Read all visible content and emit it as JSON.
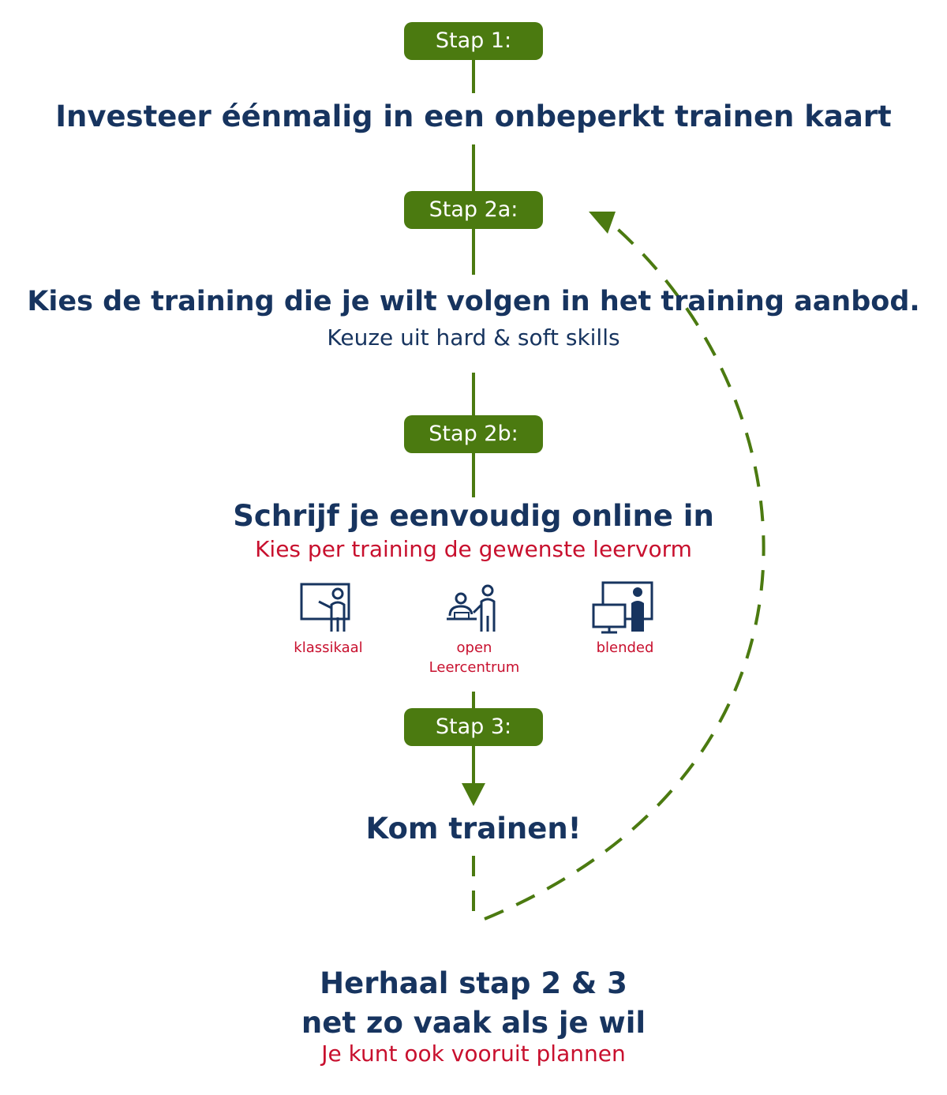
{
  "colors": {
    "accent_green": "#4b7a10",
    "navy": "#17345f",
    "red": "#c8102e"
  },
  "steps": [
    {
      "badge": "Stap 1:",
      "title": "Investeer éénmalig in een onbeperkt trainen kaart"
    },
    {
      "badge": "Stap 2a:",
      "title": "Kies de training die je wilt volgen in het training aanbod.",
      "subtitle": "Keuze uit hard & soft skills"
    },
    {
      "badge": "Stap 2b:",
      "title": "Schrijf je eenvoudig online in",
      "subtitle": "Kies per training de gewenste leervorm"
    },
    {
      "badge": "Stap 3:",
      "title": "Kom trainen!"
    }
  ],
  "learning_forms": [
    {
      "icon": "classroom-presenter-icon",
      "label_lines": [
        "klassikaal"
      ]
    },
    {
      "icon": "learning-center-icon",
      "label_lines": [
        "open",
        "Leercentrum"
      ]
    },
    {
      "icon": "blended-computer-icon",
      "label_lines": [
        "blended"
      ]
    }
  ],
  "repeat": {
    "line1": "Herhaal stap 2 & 3",
    "line2": "net zo vaak als je wil",
    "subtitle": "Je kunt ook vooruit plannen"
  }
}
